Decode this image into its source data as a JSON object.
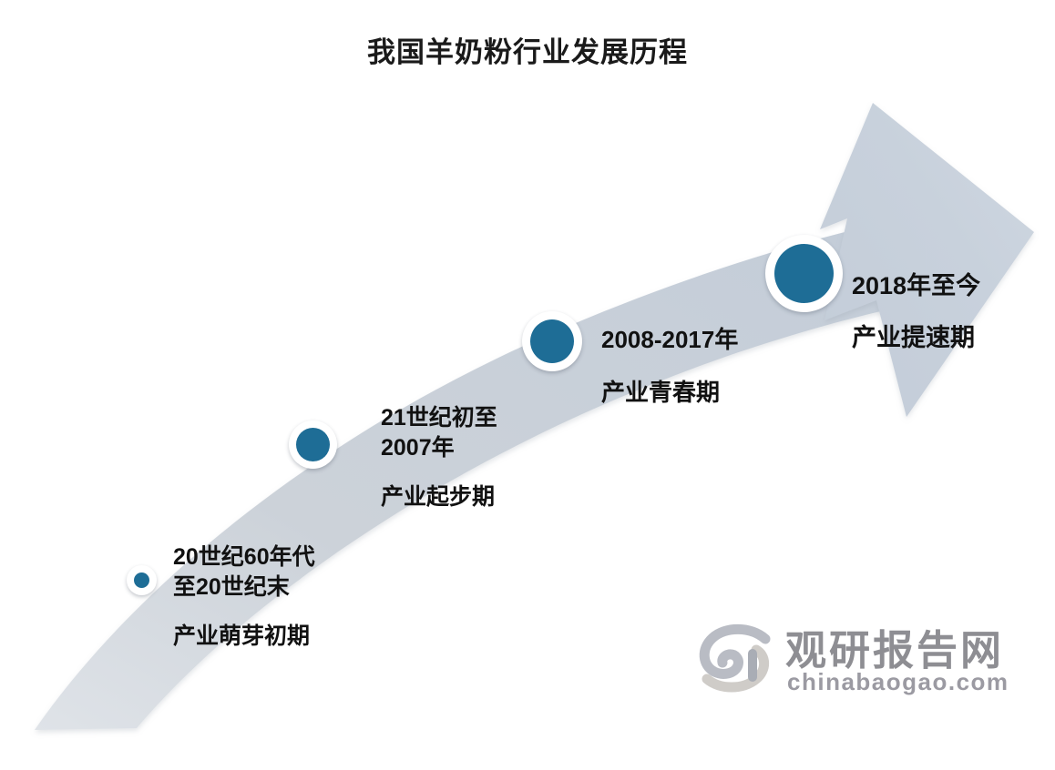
{
  "header": {
    "title": "我国羊奶粉行业发展历程"
  },
  "colors": {
    "node_fill": "#1e6d96",
    "node_ring": "#ffffff",
    "arrow_band": "#ccd2d9",
    "arrow_head": "#c6d0dc",
    "title_text": "#1a1a1a",
    "label_text": "#111111",
    "watermark_text": "#8e8e93",
    "background": "#ffffff"
  },
  "chart_data": {
    "type": "timeline",
    "title": "我国羊奶粉行业发展历程",
    "orientation": "ascending-arrow-left-to-right",
    "milestones": [
      {
        "index": 1,
        "period": "20世纪60年代至20世纪末",
        "period_line1": "20世纪60年代",
        "period_line2": "至20世纪末",
        "phase": "产业萌芽初期",
        "node_size": "small"
      },
      {
        "index": 2,
        "period": "21世纪初至2007年",
        "period_line1": "21世纪初至",
        "period_line2": "2007年",
        "phase": "产业起步期",
        "node_size": "medium-small"
      },
      {
        "index": 3,
        "period": "2008-2017年",
        "period_line1": "2008-2017年",
        "period_line2": "",
        "phase": "产业青春期",
        "node_size": "medium-large"
      },
      {
        "index": 4,
        "period": "2018年至今",
        "period_line1": "2018年至今",
        "period_line2": "",
        "phase": "产业提速期",
        "node_size": "large"
      }
    ]
  },
  "watermark": {
    "name": "观研报告网",
    "url": "chinabaogao.com"
  }
}
